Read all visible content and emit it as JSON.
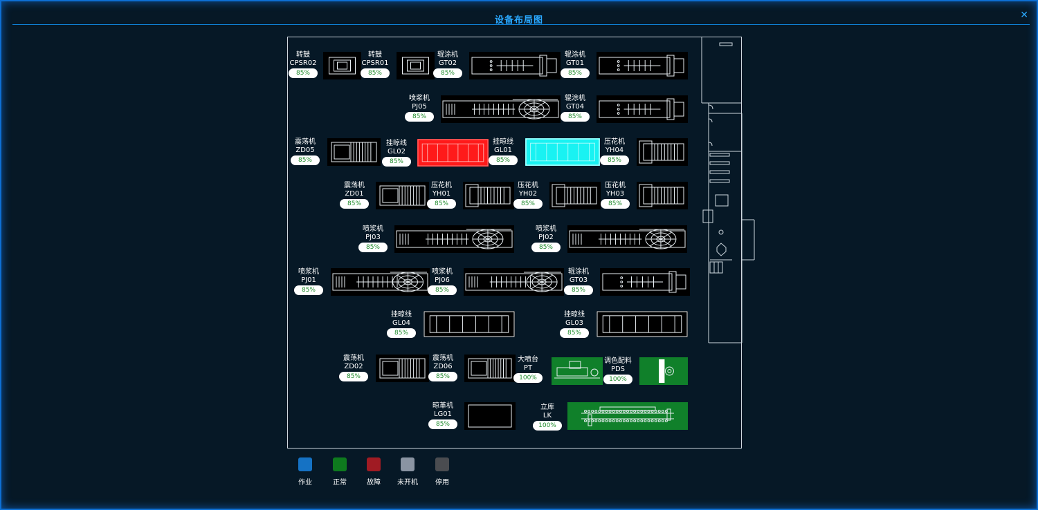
{
  "window": {
    "title": "设备布局图",
    "close_icon": "✕"
  },
  "colors": {
    "working": "#1572c4",
    "normal": "#0e7a1e",
    "fault": "#a01b23",
    "off": "#8a94a2",
    "disabled": "#4a4c50",
    "gl02_fault": "#ff1a1a",
    "gl01_highlight": "#19f2f2",
    "green": "#10802a"
  },
  "equipment": [
    {
      "id": "CPSR02",
      "name": "转鼓",
      "code": "CPSR02",
      "percent": "85%",
      "icon": "drum-icon"
    },
    {
      "id": "CPSR01",
      "name": "转鼓",
      "code": "CPSR01",
      "percent": "85%",
      "icon": "drum-icon"
    },
    {
      "id": "GT02",
      "name": "辊涂机",
      "code": "GT02",
      "percent": "85%",
      "icon": "roller-coater-icon"
    },
    {
      "id": "GT01",
      "name": "辊涂机",
      "code": "GT01",
      "percent": "85%",
      "icon": "roller-coater-icon"
    },
    {
      "id": "PJ05",
      "name": "喷浆机",
      "code": "PJ05",
      "percent": "85%",
      "icon": "spray-machine-icon"
    },
    {
      "id": "GT04",
      "name": "辊涂机",
      "code": "GT04",
      "percent": "85%",
      "icon": "roller-coater-icon"
    },
    {
      "id": "ZD05",
      "name": "震荡机",
      "code": "ZD05",
      "percent": "85%",
      "icon": "vibrator-icon"
    },
    {
      "id": "GL02",
      "name": "挂晾线",
      "code": "GL02",
      "percent": "85%",
      "icon": "hanging-line-icon"
    },
    {
      "id": "GL01",
      "name": "挂晾线",
      "code": "GL01",
      "percent": "85%",
      "icon": "hanging-line-icon"
    },
    {
      "id": "YH04",
      "name": "压花机",
      "code": "YH04",
      "percent": "85%",
      "icon": "embosser-icon"
    },
    {
      "id": "ZD01",
      "name": "震荡机",
      "code": "ZD01",
      "percent": "85%",
      "icon": "vibrator-icon"
    },
    {
      "id": "YH01",
      "name": "压花机",
      "code": "YH01",
      "percent": "85%",
      "icon": "embosser-icon"
    },
    {
      "id": "YH02",
      "name": "压花机",
      "code": "YH02",
      "percent": "85%",
      "icon": "embosser-icon"
    },
    {
      "id": "YH03",
      "name": "压花机",
      "code": "YH03",
      "percent": "85%",
      "icon": "embosser-icon"
    },
    {
      "id": "PJ03",
      "name": "喷浆机",
      "code": "PJ03",
      "percent": "85%",
      "icon": "spray-machine-icon"
    },
    {
      "id": "PJ02",
      "name": "喷浆机",
      "code": "PJ02",
      "percent": "85%",
      "icon": "spray-machine-icon"
    },
    {
      "id": "PJ01",
      "name": "喷浆机",
      "code": "PJ01",
      "percent": "85%",
      "icon": "spray-machine-icon"
    },
    {
      "id": "PJ06",
      "name": "喷浆机",
      "code": "PJ06",
      "percent": "85%",
      "icon": "spray-machine-icon"
    },
    {
      "id": "GT03",
      "name": "辊涂机",
      "code": "GT03",
      "percent": "85%",
      "icon": "roller-coater-icon"
    },
    {
      "id": "GL04",
      "name": "挂晾线",
      "code": "GL04",
      "percent": "85%",
      "icon": "hanging-line-icon"
    },
    {
      "id": "GL03",
      "name": "挂晾线",
      "code": "GL03",
      "percent": "85%",
      "icon": "hanging-line-icon"
    },
    {
      "id": "ZD02",
      "name": "震荡机",
      "code": "ZD02",
      "percent": "85%",
      "icon": "vibrator-icon"
    },
    {
      "id": "ZD06",
      "name": "震荡机",
      "code": "ZD06",
      "percent": "85%",
      "icon": "vibrator-icon"
    },
    {
      "id": "PT",
      "name": "大喷台",
      "code": "PT",
      "percent": "100%",
      "icon": "spray-table-icon"
    },
    {
      "id": "PDS",
      "name": "调色配料",
      "code": "PDS",
      "percent": "100%",
      "icon": "color-mixing-icon"
    },
    {
      "id": "LG01",
      "name": "晾革机",
      "code": "LG01",
      "percent": "85%",
      "icon": "leather-dryer-icon"
    },
    {
      "id": "LK",
      "name": "立库",
      "code": "LK",
      "percent": "100%",
      "icon": "warehouse-icon"
    }
  ],
  "legend": [
    {
      "label": "作业",
      "color": "#1572c4"
    },
    {
      "label": "正常",
      "color": "#0e7a1e"
    },
    {
      "label": "故障",
      "color": "#a01b23"
    },
    {
      "label": "未开机",
      "color": "#8a94a2"
    },
    {
      "label": "停用",
      "color": "#4a4c50"
    }
  ]
}
